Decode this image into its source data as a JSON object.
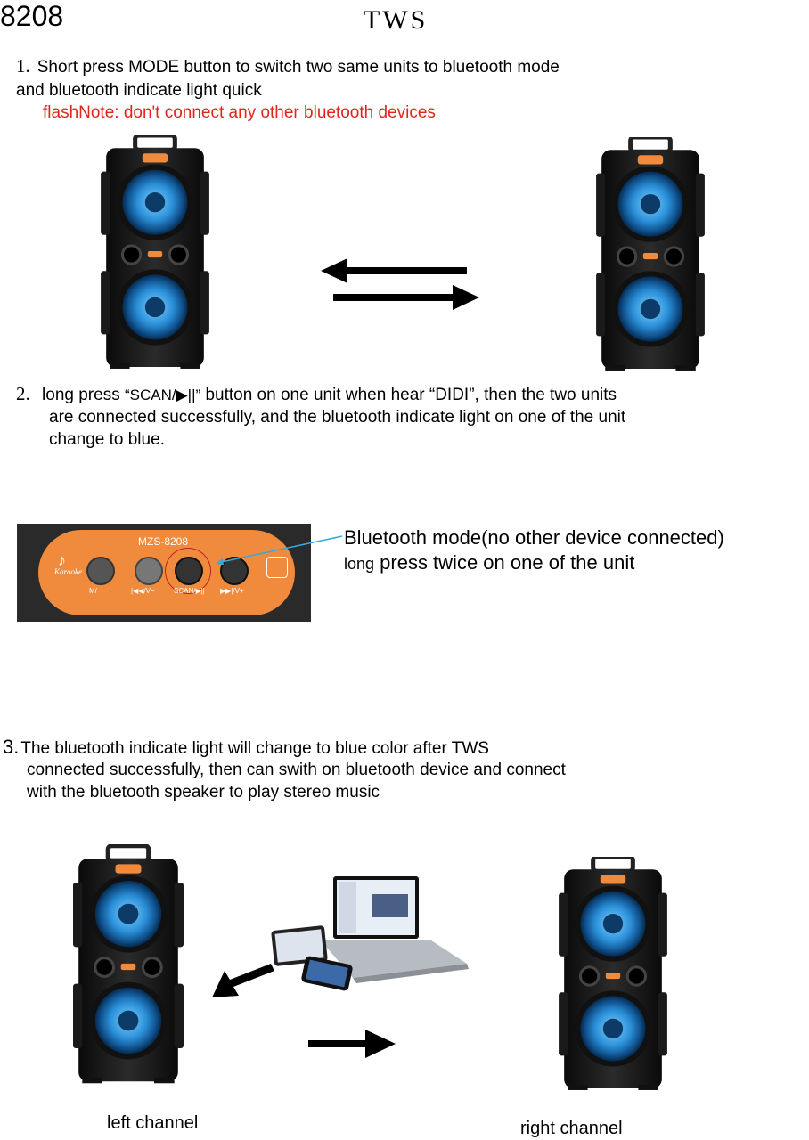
{
  "header": {
    "model": "8208",
    "title": "TWS"
  },
  "step1": {
    "num": "1.",
    "line1": "Short press MODE button to switch two same units to bluetooth mode",
    "line2": "and bluetooth indicate light quick",
    "note": "flashNote: don't connect any other bluetooth devices"
  },
  "step2": {
    "num": "2.",
    "pre": "long press",
    "button": "“SCAN/▶||”",
    "post": "button on one unit when hear",
    "didi": "“DIDI”",
    "post2": ", then the two units",
    "line2": "are connected successfully, and the bluetooth indicate light on one of the unit",
    "line3": "change to blue."
  },
  "panel": {
    "model": "MZS-8208",
    "karaoke": "Karaoke",
    "btn_mode": "M/",
    "btn_prev": "|◀◀/V−",
    "btn_scan": "SCAN/▶||",
    "btn_next": "▶▶|/V+",
    "callout1": "Bluetooth mode(no other device connected)",
    "callout2a": "long",
    "callout2b": " press twice on one of the unit"
  },
  "step3": {
    "num": "3.",
    "line1": "The bluetooth indicate light will change to blue color after TWS",
    "line2": "connected successfully, then can swith on bluetooth device and connect",
    "line3": "with the bluetooth speaker to play stereo music"
  },
  "captions": {
    "left": "left channel",
    "right": "right channel"
  },
  "colors": {
    "note_red": "#e0261c",
    "panel_orange": "#f08a3c",
    "speaker_blue": "#1f8fd6",
    "callout_line": "#33aadd"
  }
}
